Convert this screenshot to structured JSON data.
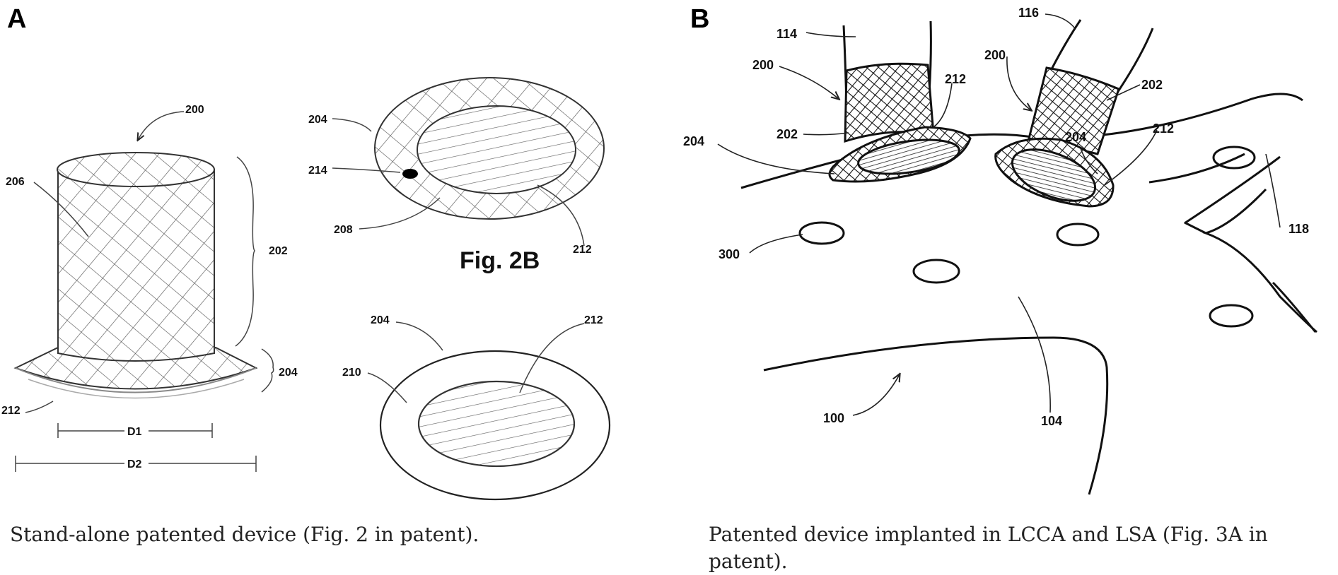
{
  "panels": {
    "a": {
      "letter": "A",
      "caption": "Stand-alone patented device (Fig. 2 in patent).",
      "fig_label": "Fig. 2B",
      "ref_labels": {
        "l200": "200",
        "l206": "206",
        "l202": "202",
        "l204_side": "204",
        "l212_side": "212",
        "d1": "D1",
        "d2": "D2",
        "l204_top": "204",
        "l214": "214",
        "l208": "208",
        "l212_top": "212",
        "l204_bot": "204",
        "l212_bot": "212",
        "l210": "210"
      }
    },
    "b": {
      "letter": "B",
      "caption": "Patented device implanted in LCCA and LSA (Fig. 3A in patent).",
      "ref_labels": {
        "l114": "114",
        "l116": "116",
        "l200a": "200",
        "l200b": "200",
        "l212a": "212",
        "l202a": "202",
        "l202b": "202",
        "l204a": "204",
        "l204b": "204",
        "l212b": "212",
        "l118": "118",
        "l300": "300",
        "l100": "100",
        "l104": "104"
      }
    }
  }
}
